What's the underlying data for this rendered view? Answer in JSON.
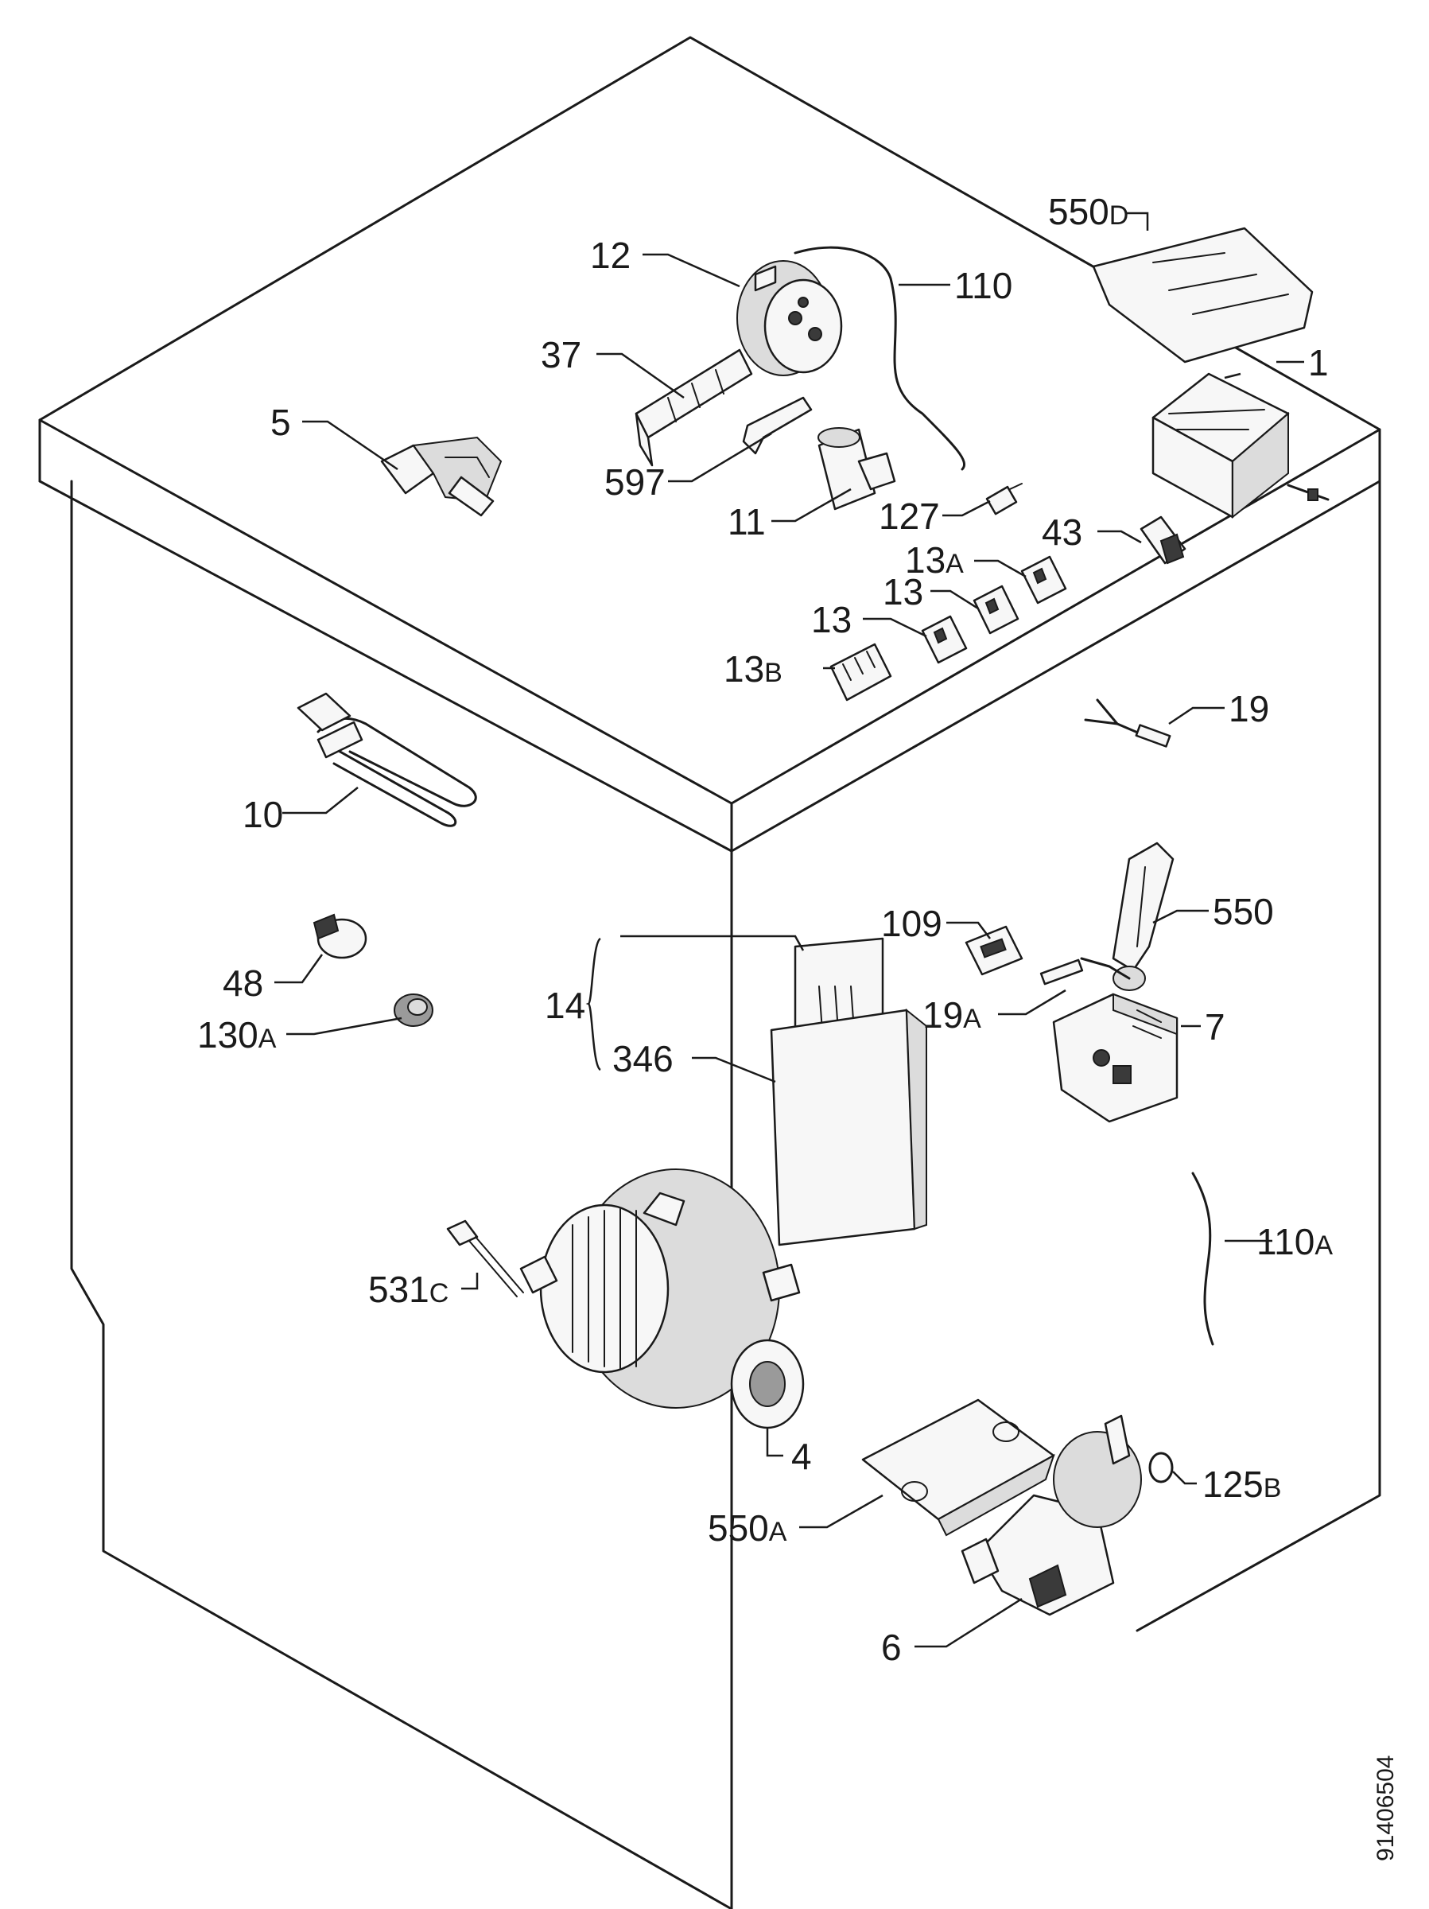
{
  "diagram": {
    "document_number": "91406504",
    "parts": [
      {
        "id": "550d",
        "ref": "550",
        "suffix": "D"
      },
      {
        "id": "12",
        "ref": "12",
        "suffix": ""
      },
      {
        "id": "110",
        "ref": "110",
        "suffix": ""
      },
      {
        "id": "37",
        "ref": "37",
        "suffix": ""
      },
      {
        "id": "1",
        "ref": "1",
        "suffix": ""
      },
      {
        "id": "5",
        "ref": "5",
        "suffix": ""
      },
      {
        "id": "597",
        "ref": "597",
        "suffix": ""
      },
      {
        "id": "11",
        "ref": "11",
        "suffix": ""
      },
      {
        "id": "127",
        "ref": "127",
        "suffix": ""
      },
      {
        "id": "43",
        "ref": "43",
        "suffix": ""
      },
      {
        "id": "13a",
        "ref": "13",
        "suffix": "A"
      },
      {
        "id": "13-upper",
        "ref": "13",
        "suffix": ""
      },
      {
        "id": "13-lower",
        "ref": "13",
        "suffix": ""
      },
      {
        "id": "13b",
        "ref": "13",
        "suffix": "B"
      },
      {
        "id": "19",
        "ref": "19",
        "suffix": ""
      },
      {
        "id": "10",
        "ref": "10",
        "suffix": ""
      },
      {
        "id": "109",
        "ref": "109",
        "suffix": ""
      },
      {
        "id": "550",
        "ref": "550",
        "suffix": ""
      },
      {
        "id": "48",
        "ref": "48",
        "suffix": ""
      },
      {
        "id": "14",
        "ref": "14",
        "suffix": ""
      },
      {
        "id": "130a",
        "ref": "130",
        "suffix": "A"
      },
      {
        "id": "19a",
        "ref": "19",
        "suffix": "A"
      },
      {
        "id": "7",
        "ref": "7",
        "suffix": ""
      },
      {
        "id": "346",
        "ref": "346",
        "suffix": ""
      },
      {
        "id": "110a",
        "ref": "110",
        "suffix": "A"
      },
      {
        "id": "531c",
        "ref": "531",
        "suffix": "C"
      },
      {
        "id": "4",
        "ref": "4",
        "suffix": ""
      },
      {
        "id": "125b",
        "ref": "125",
        "suffix": "B"
      },
      {
        "id": "550a",
        "ref": "550",
        "suffix": "A"
      },
      {
        "id": "6",
        "ref": "6",
        "suffix": ""
      }
    ]
  }
}
